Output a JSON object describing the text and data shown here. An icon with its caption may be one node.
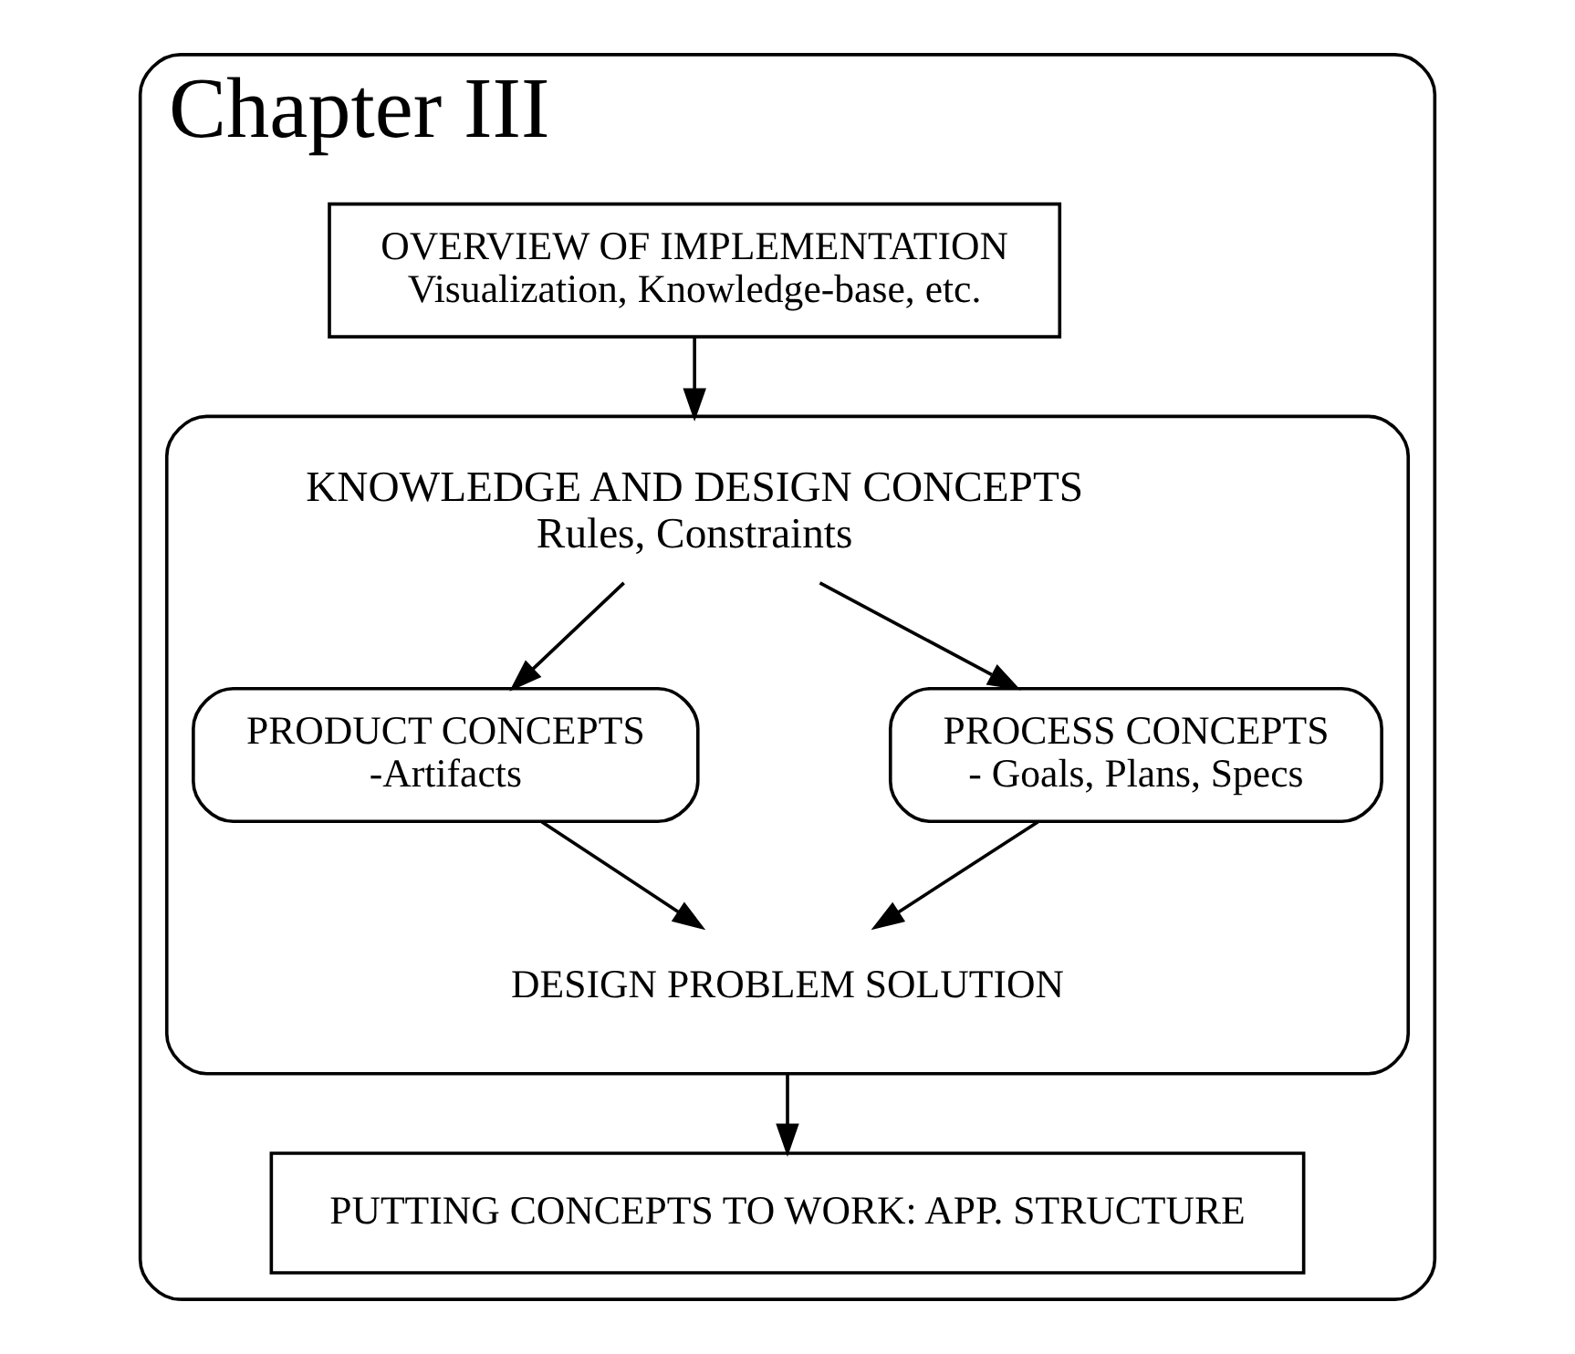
{
  "diagram": {
    "nodes": [
      {
        "text": [
          "Chapter III"
        ]
      },
      {
        "text": [
          "OVERVIEW OF IMPLEMENTATION",
          "Visualization, Knowledge-base, etc."
        ],
        "in": 0
      },
      {
        "text": [
          "KNOWLEDGE AND DESIGN CONCEPTS",
          "Rules, Constraints"
        ],
        "in": 0
      },
      {
        "text": [
          "PRODUCT CONCEPTS",
          "-Artifacts"
        ],
        "in": 2
      },
      {
        "text": [
          "PROCESS CONCEPTS",
          "- Goals, Plans, Specs"
        ],
        "in": 2
      },
      {
        "text": [
          "DESIGN PROBLEM SOLUTION"
        ],
        "in": 2
      },
      {
        "text": [
          "PUTTING CONCEPTS TO WORK: APP. STRUCTURE"
        ],
        "in": 0
      }
    ],
    "edges": [
      {
        "from": 1,
        "to": 2,
        "arrow": "to"
      },
      {
        "from": 2,
        "to": 3,
        "arrow": "to"
      },
      {
        "from": 2,
        "to": 4,
        "arrow": "to"
      },
      {
        "from": 3,
        "to": 5,
        "arrow": "to"
      },
      {
        "from": 4,
        "to": 5,
        "arrow": "to"
      },
      {
        "from": 2,
        "to": 6,
        "arrow": "to"
      }
    ]
  }
}
